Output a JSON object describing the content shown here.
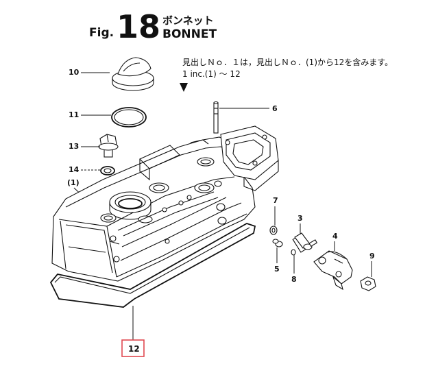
{
  "header": {
    "fig_prefix": "Fig.",
    "fig_number": "18",
    "title_jp": "ボンネット",
    "title_en": "BONNET"
  },
  "note": {
    "line1": "見出しＮｏ．１は，見出しＮｏ．(1)から12を含みます。",
    "line2": "1 inc.(1) ～ 12"
  },
  "parts": {
    "p10": "10",
    "p11": "11",
    "p13": "13",
    "p14": "14",
    "p1paren": "(1)",
    "p6": "6",
    "p7": "7",
    "p3": "3",
    "p4": "4",
    "p9": "9",
    "p5": "5",
    "p8": "8",
    "p12": "12"
  },
  "colors": {
    "highlight_box": "#e0474f",
    "ink": "#111111"
  }
}
